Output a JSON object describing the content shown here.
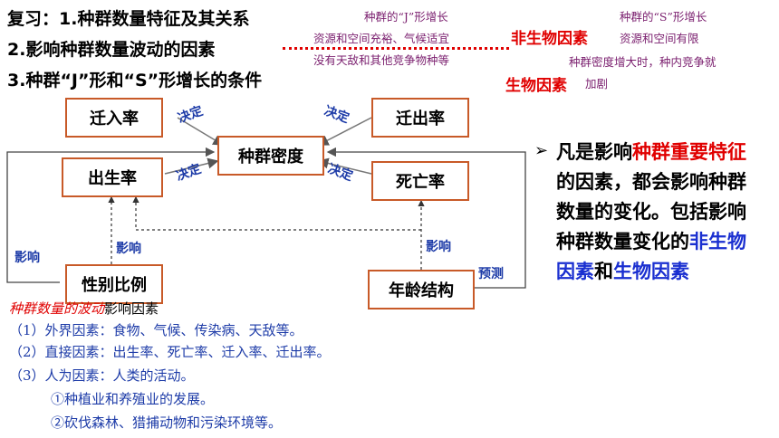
{
  "title": {
    "line1": "复习：1.种群数量特征及其关系",
    "line2": "2.影响种群数量波动的因素",
    "line3": "3.种群“J”形和“S”形增长的条件"
  },
  "notes": {
    "j_growth": "种群的“J”形增长",
    "j_cond1": "资源和空间充裕、气候适宜",
    "j_cond2": "没有天敌和其他竞争物种等",
    "abiotic": "非生物因素",
    "s_growth": "种群的“S”形增长",
    "s_cond1": "资源和空间有限",
    "s_cond2": "种群密度增大时，种内竞争就",
    "biotic": "生物因素",
    "s_cond3": "加剧"
  },
  "diagram": {
    "immigration": "迁入率",
    "emigration": "迁出率",
    "density": "种群密度",
    "birth": "出生率",
    "death": "死亡率",
    "sex_ratio": "性别比例",
    "age_structure": "年龄结构",
    "determine": "决定",
    "influence": "影响",
    "predict": "预测"
  },
  "factors": {
    "heading_red": "种群数量的波动",
    "heading_rest": "影响因素",
    "item1": "（1）外界因素：食物、气候、传染病、天敌等。",
    "item2": "（2）直接因素：出生率、死亡率、迁入率、迁出率。",
    "item3": "（3）人为因素：人类的活动。",
    "sub1": "①种植业和养殖业的发展。",
    "sub2": "②砍伐森林、猎捕动物和污染环境等。"
  },
  "summary": {
    "bullet": "➢",
    "p1": "凡是影响",
    "p2": "种群重要特征",
    "p3": "的因素，都会影响种群数量的变化。包括影响种群数量变化的",
    "p4": "非生物因素",
    "p5": "和",
    "p6": "生物因素"
  },
  "colors": {
    "box_border": "#c85a28",
    "label_blue": "#1e3ca8",
    "accent_red": "#e00000",
    "note_purple": "#7a1e6e"
  }
}
